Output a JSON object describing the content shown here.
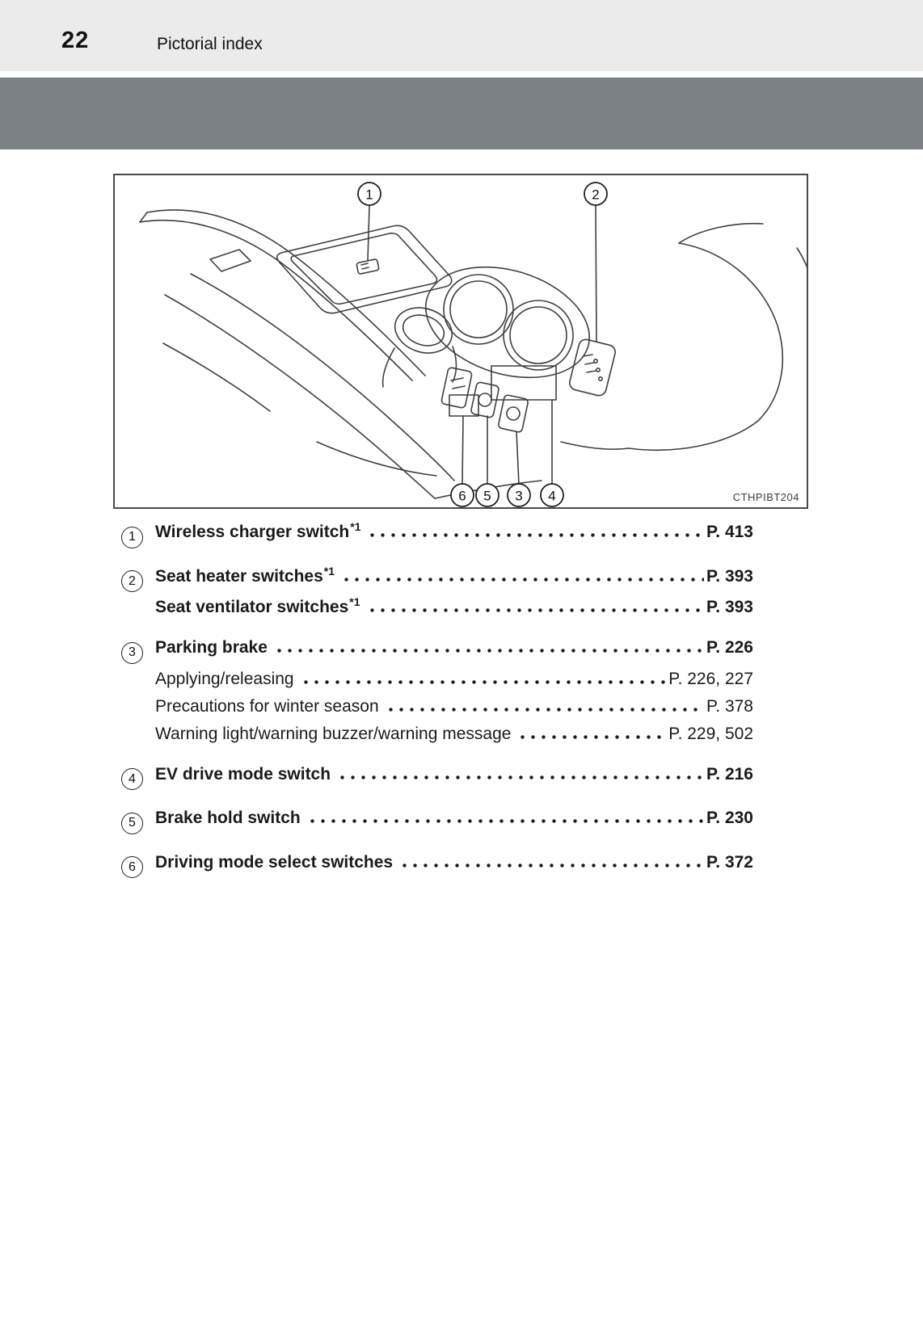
{
  "header": {
    "page_number": "22",
    "section_title": "Pictorial index"
  },
  "colors": {
    "band_gray": "#7c8186",
    "header_strip_gray": "#ebebeb",
    "line_art": "#3f3f3f"
  },
  "figure": {
    "code": "CTHPIBT204",
    "callouts": {
      "c1": "1",
      "c2": "2",
      "c3": "3",
      "c4": "4",
      "c5": "5",
      "c6": "6"
    }
  },
  "index": {
    "rows": [
      {
        "marker": "1",
        "label": "Wireless charger switch",
        "sup": "*1",
        "page": "P. 413",
        "style": "main"
      },
      {
        "marker": "2",
        "label": "Seat heater switches",
        "sup": "*1",
        "page": "P. 393",
        "style": "main"
      },
      {
        "marker": "",
        "label": "Seat ventilator switches",
        "sup": "*1",
        "page": "P. 393",
        "style": "main"
      },
      {
        "marker": "3",
        "label": "Parking brake",
        "sup": "",
        "page": "P. 226",
        "style": "main"
      },
      {
        "marker": "",
        "label": "Applying/releasing",
        "sup": "",
        "page": "P. 226, 227",
        "style": "sub"
      },
      {
        "marker": "",
        "label": "Precautions for winter season",
        "sup": "",
        "page": "P. 378",
        "style": "sub"
      },
      {
        "marker": "",
        "label": "Warning light/warning buzzer/warning message",
        "sup": "",
        "page": "P. 229, 502",
        "style": "sub"
      },
      {
        "marker": "4",
        "label": "EV drive mode switch",
        "sup": "",
        "page": "P. 216",
        "style": "main"
      },
      {
        "marker": "5",
        "label": "Brake hold switch",
        "sup": "",
        "page": "P. 230",
        "style": "main"
      },
      {
        "marker": "6",
        "label": "Driving mode select switches",
        "sup": "",
        "page": "P. 372",
        "style": "main"
      }
    ]
  }
}
